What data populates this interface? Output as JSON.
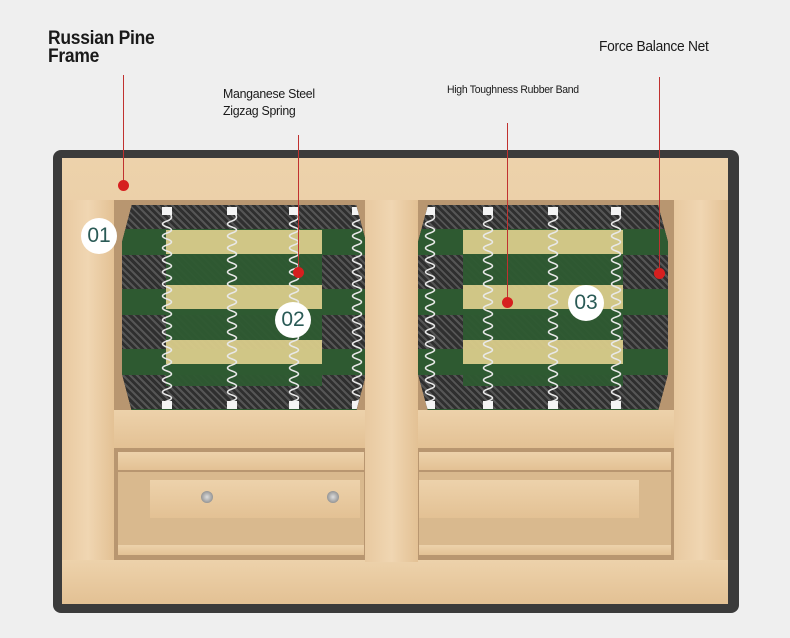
{
  "labels": {
    "frame": "Russian Pine Frame",
    "spring": "Manganese Steel Zigzag Spring",
    "spring_line1": "Manganese Steel",
    "spring_line2": "Zigzag Spring",
    "frame_line1": "Russian Pine",
    "frame_line2": "Frame",
    "rubber_band": "High Toughness Rubber Band",
    "net": "Force Balance Net"
  },
  "markers": [
    "01",
    "02",
    "03"
  ],
  "colors": {
    "leader": "#c0312f",
    "dot": "#d61f1f",
    "marker_text": "#2a5a56",
    "band": "#2e5a31",
    "wood": "#e8c9a0"
  }
}
